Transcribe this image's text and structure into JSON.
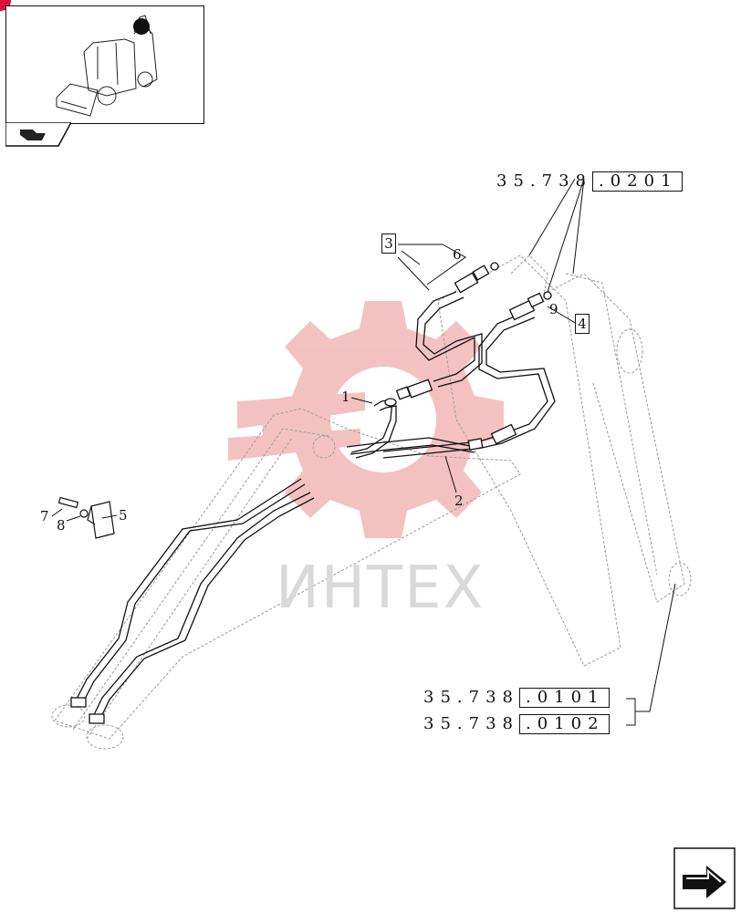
{
  "references": {
    "top": {
      "prefix": "35.73",
      "digit": "8",
      "box": ".0201"
    },
    "bottom_1": {
      "prefix": "35.738",
      "box": ".0101"
    },
    "bottom_2": {
      "prefix": "35.738",
      "box": ".0102"
    }
  },
  "callouts": {
    "c1": "1",
    "c2": "2",
    "c5": "5",
    "c6": "6",
    "c7": "7",
    "c8": "8",
    "c9": "9"
  },
  "boxed": {
    "b3": "3",
    "b4": "4"
  },
  "watermark": "ИНТЕХ",
  "colors": {
    "line": "#111111",
    "dashed": "#9a9a9a",
    "watermark_gear": "#f3b7b7",
    "watermark_text": "#d9d9d9",
    "brand_dot": "#d6123a"
  },
  "icons": {
    "thumbnail": "backhoe-loader-icon",
    "nav_tab": "arrow-return-icon",
    "nav_corner": "next-page-arrow-icon"
  }
}
